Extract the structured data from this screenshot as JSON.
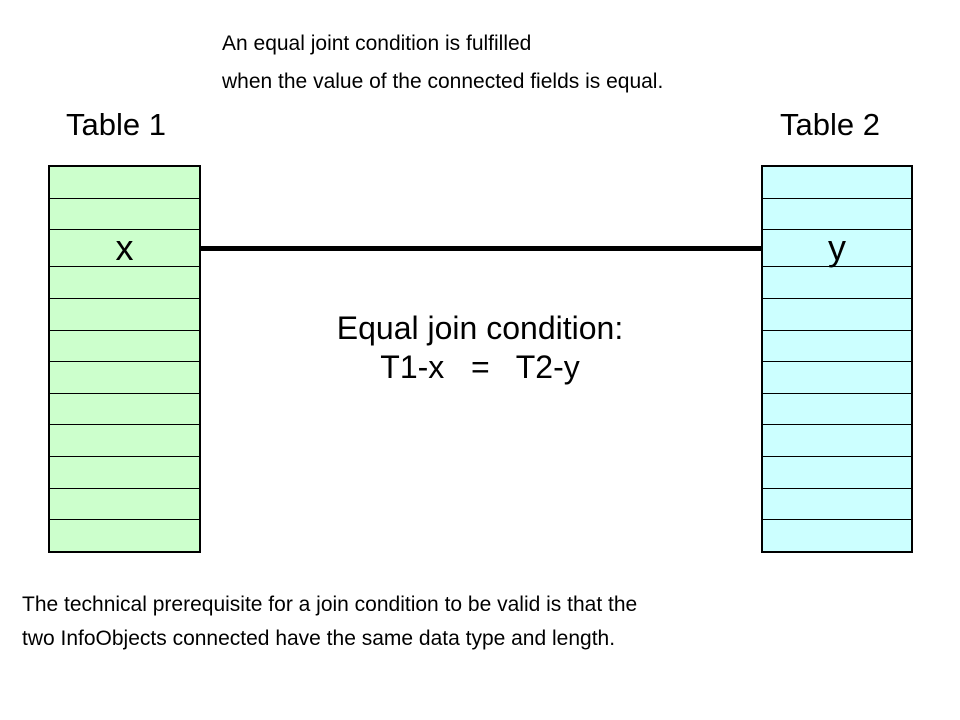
{
  "top_note": {
    "line1": "An equal joint condition is fulfilled",
    "line2": "when the value of the connected fields is equal."
  },
  "table1": {
    "title": "Table 1",
    "fill": "#ccffcc",
    "rows": [
      "",
      "",
      "x",
      "",
      "",
      "",
      "",
      "",
      "",
      "",
      "",
      ""
    ]
  },
  "table2": {
    "title": "Table 2",
    "fill": "#ccffff",
    "rows": [
      "",
      "",
      "y",
      "",
      "",
      "",
      "",
      "",
      "",
      "",
      "",
      ""
    ]
  },
  "join": {
    "line1": "Equal join condition:",
    "line2": "T1-x   =   T2-y"
  },
  "bottom_note": {
    "line1": "The technical prerequisite for a join condition to be valid is that the",
    "line2": "two InfoObjects connected have the same data type and length."
  },
  "colors": {
    "background": "#ffffff",
    "text": "#000000",
    "table1_fill": "#ccffcc",
    "table2_fill": "#ccffff",
    "table_border": "#000000",
    "connector_line": "#000000"
  }
}
